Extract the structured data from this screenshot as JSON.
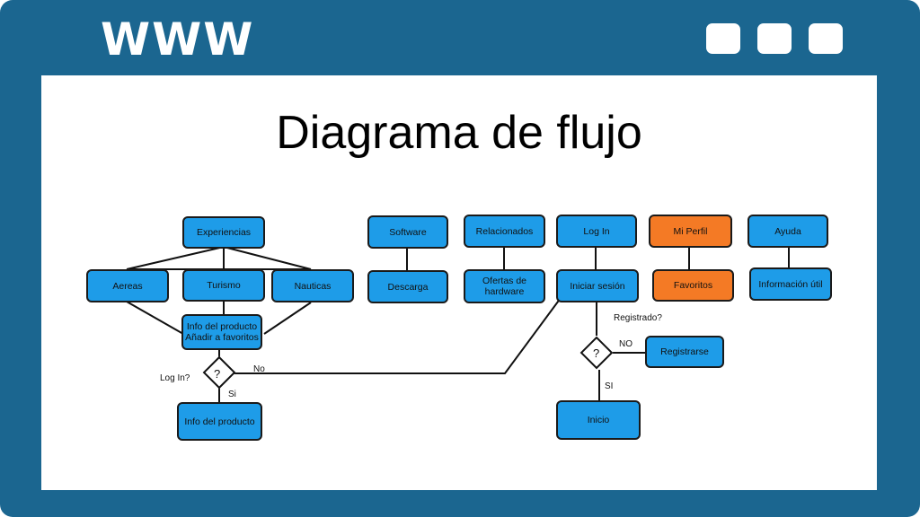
{
  "browser": {
    "address_label": "WWW",
    "window_buttons": [
      "minimize-button",
      "maximize-button",
      "close-button"
    ]
  },
  "page": {
    "title": "Diagrama de flujo"
  },
  "nodes": {
    "experiencias": "Experiencias",
    "aereas": "Aereas",
    "turismo": "Turismo",
    "nauticas": "Nauticas",
    "info_favoritos_line1": "Info del producto",
    "info_favoritos_line2": "Añadir a favoritos",
    "info_producto": "Info del producto",
    "software": "Software",
    "descarga": "Descarga",
    "relacionados": "Relacionados",
    "ofertas_line1": "Ofertas de",
    "ofertas_line2": "hardware",
    "login": "Log In",
    "iniciar_sesion": "Iniciar sesión",
    "mi_perfil": "Mi Perfil",
    "favoritos": "Favoritos",
    "ayuda": "Ayuda",
    "informacion_util": "Información útil",
    "registrarse": "Registrarse",
    "inicio": "Inicio"
  },
  "decisions": {
    "login_question": "?",
    "registrado_question": "?"
  },
  "edge_labels": {
    "login_q": "Log In?",
    "no_left": "No",
    "si_left": "Si",
    "registrado_q": "Registrado?",
    "no_right": "NO",
    "si_right": "SI"
  },
  "colors": {
    "frame": "#1b6690",
    "node_blue": "#1e9ce8",
    "node_orange": "#f47a25"
  }
}
